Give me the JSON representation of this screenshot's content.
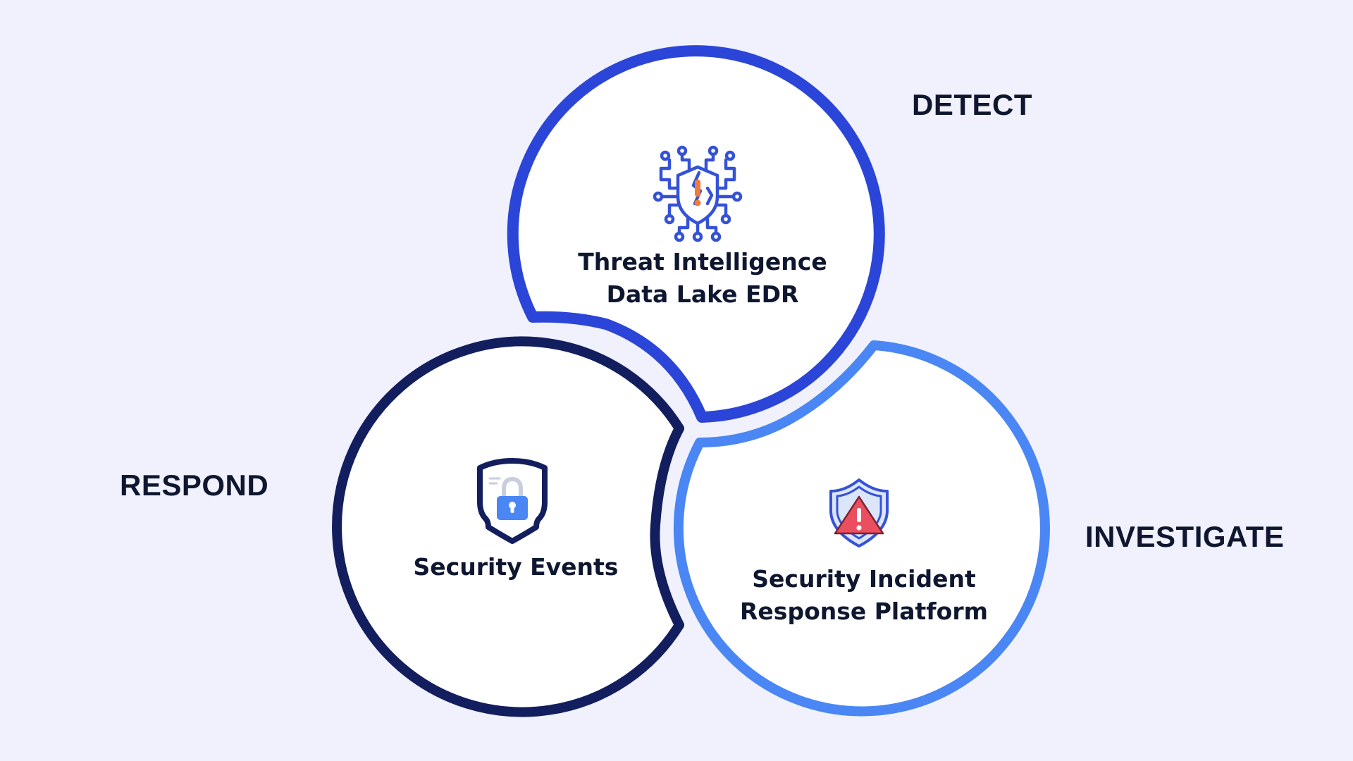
{
  "colors": {
    "background": "#F0F1FC",
    "circle_fill": "#FFFFFF",
    "text": "#0F1730",
    "detect_ring": "#2B45D8",
    "respond_ring": "#131E5E",
    "investigate_ring": "#4A86F4",
    "icon_blue": "#3552D6",
    "icon_orange": "#F07A3A",
    "icon_red": "#EA4E5F",
    "icon_light_blue": "#4A86F4"
  },
  "stages": {
    "detect": "DETECT",
    "respond": "RESPOND",
    "investigate": "INVESTIGATE"
  },
  "nodes": {
    "detect": {
      "icon": "cyber-threat-shield-circuit-icon",
      "title_lines": [
        "Threat Intelligence",
        "Data Lake EDR"
      ]
    },
    "respond": {
      "icon": "shield-padlock-icon",
      "title_lines": [
        "Security Events"
      ]
    },
    "investigate": {
      "icon": "shield-warning-icon",
      "title_lines": [
        "Security Incident",
        "Response Platform"
      ]
    }
  }
}
